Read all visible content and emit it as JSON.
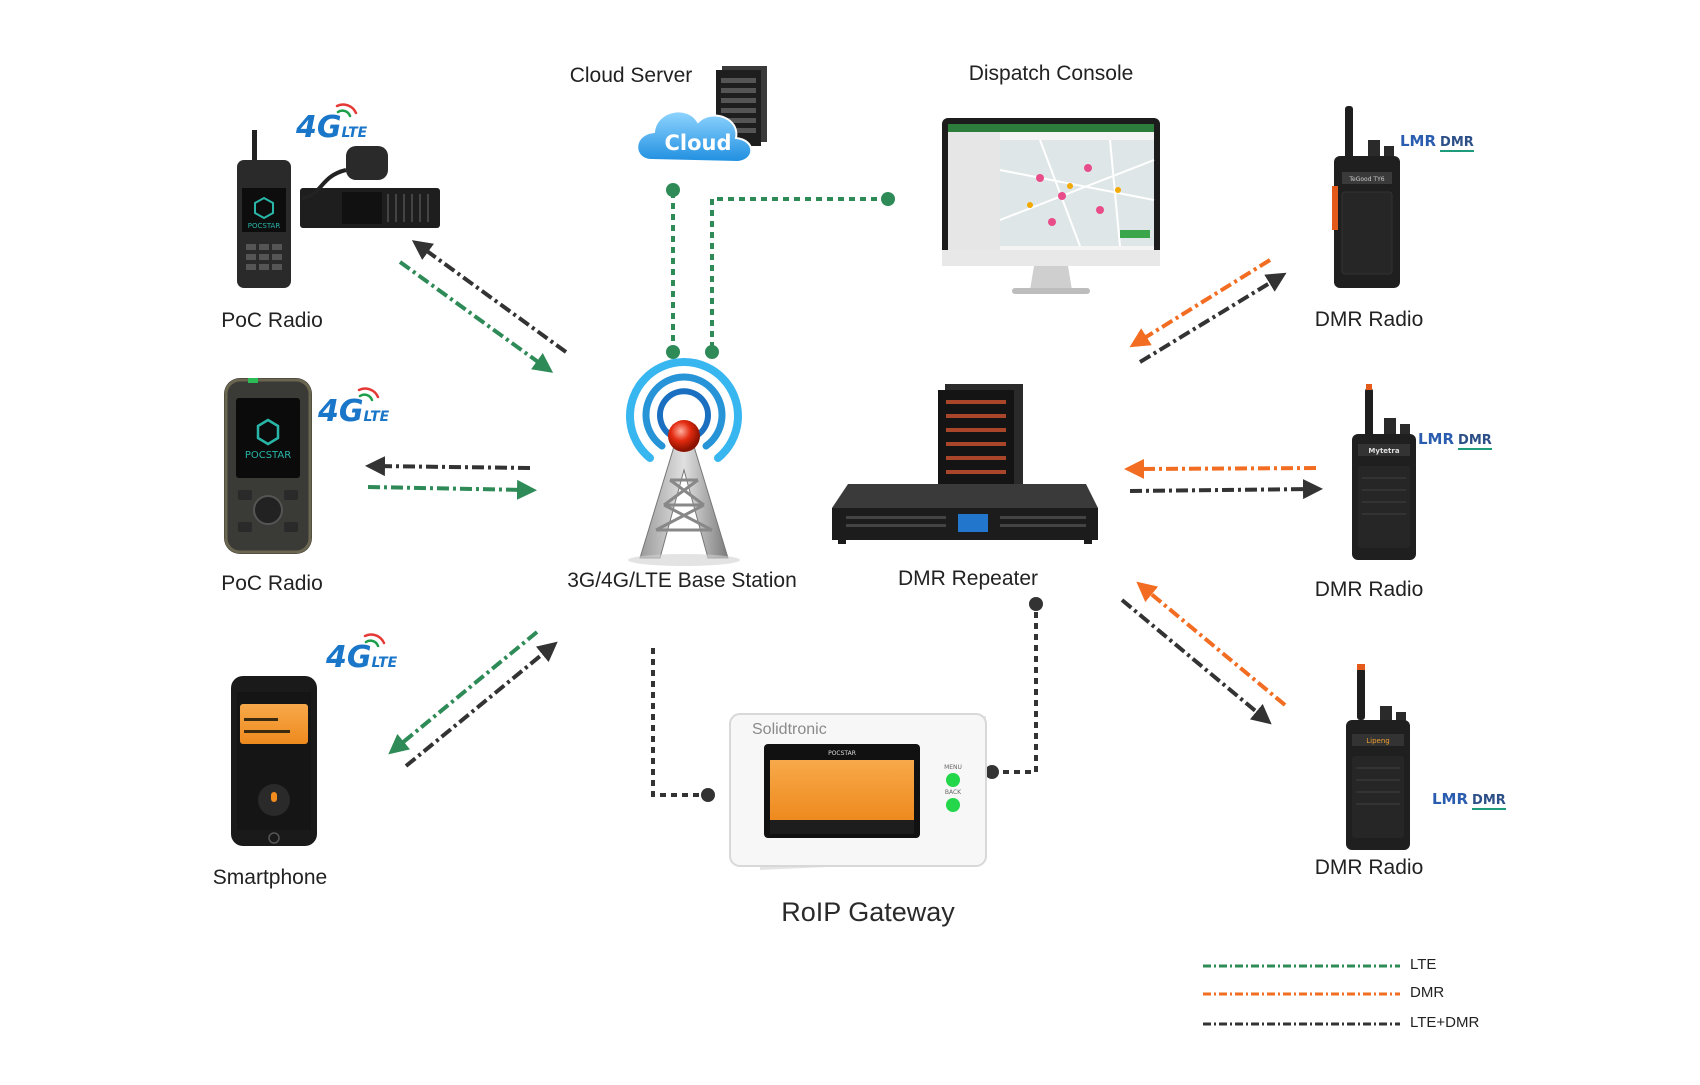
{
  "nodes": {
    "cloud_server": "Cloud Server",
    "cloud_word": "Cloud",
    "dispatch_console": "Dispatch Console",
    "poc_radio_1": "PoC Radio",
    "poc_radio_2": "PoC Radio",
    "smartphone": "Smartphone",
    "base_station": "3G/4G/LTE Base Station",
    "dmr_repeater": "DMR Repeater",
    "roip_gateway": "RoIP Gateway",
    "dmr_radio_1": "DMR Radio",
    "dmr_radio_2": "DMR Radio",
    "dmr_radio_3": "DMR Radio"
  },
  "device_text": {
    "pocstar_1": "POCSTAR",
    "pocstar_2": "POCSTAR",
    "gateway_brand": "Solidtronic",
    "gateway_screen_title": "POCSTAR",
    "gateway_menu": "MENU",
    "gateway_back": "BACK",
    "radio_brand_1": "TeGood TY6",
    "radio_brand_2": "Mytetra",
    "radio_brand_3": "Lipeng"
  },
  "badges": {
    "fourg_main": "4G",
    "fourg_suffix": "LTE",
    "lmr": "LMR",
    "dmr": "DMR"
  },
  "legend": [
    {
      "label": "LTE",
      "color": "#2e8b57"
    },
    {
      "label": "DMR",
      "color": "#f26d21"
    },
    {
      "label": "LTE+DMR",
      "color": "#333333"
    }
  ],
  "colors": {
    "lte": "#2e8b57",
    "dmr": "#f26d21",
    "mixed": "#333333",
    "accent_blue": "#1a76c8"
  }
}
